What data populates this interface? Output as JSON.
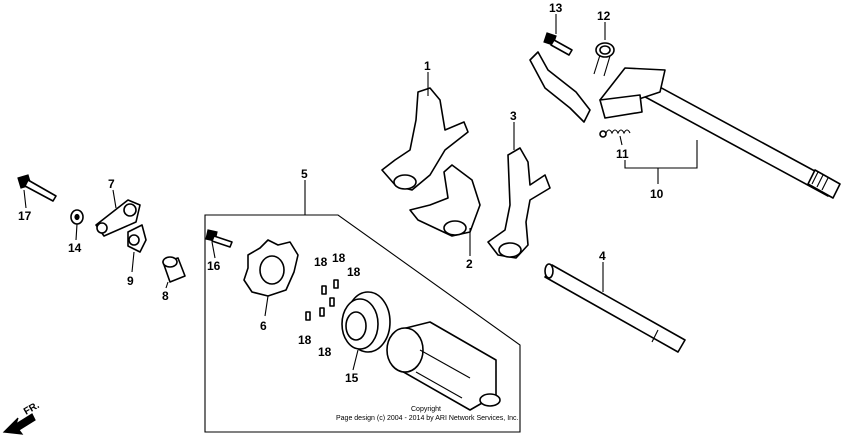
{
  "callouts": {
    "c1": "1",
    "c2": "2",
    "c3": "3",
    "c4": "4",
    "c5": "5",
    "c6": "6",
    "c7": "7",
    "c8": "8",
    "c9": "9",
    "c10": "10",
    "c11": "11",
    "c12": "12",
    "c13": "13",
    "c14": "14",
    "c15": "15",
    "c16": "16",
    "c17": "17",
    "c18a": "18",
    "c18b": "18",
    "c18c": "18",
    "c18d": "18",
    "c18e": "18"
  },
  "copyright": {
    "line1": "Copyright",
    "line2": "Page design (c) 2004 - 2014 by ARI Network Services, Inc."
  },
  "direction": {
    "label": "FR."
  }
}
